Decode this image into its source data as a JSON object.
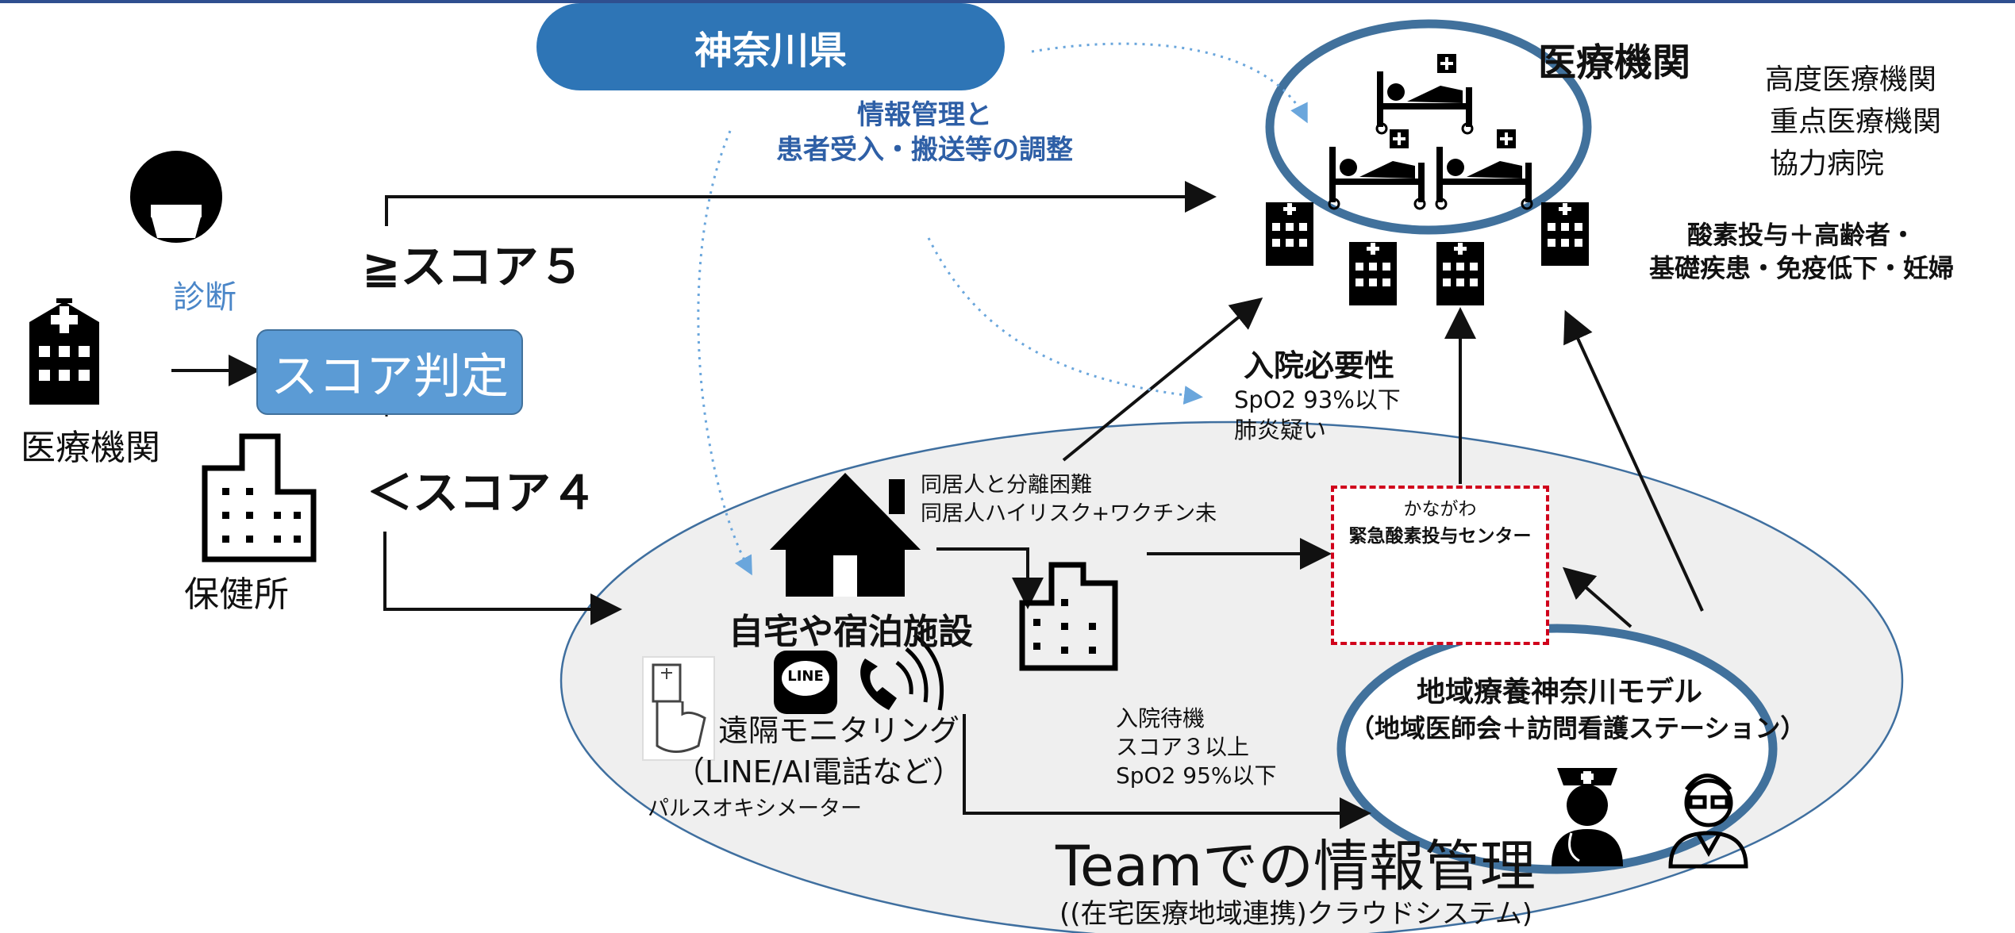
{
  "prefecture_label": "神奈川県",
  "prefecture_role": [
    "情報管理と",
    "患者受入・搬送等の調整"
  ],
  "medical_institution_title": "医療機関",
  "medical_institution_types": [
    "高度医療機関",
    "重点医療機関",
    "協力病院"
  ],
  "hospital_criteria": [
    "酸素投与＋高齢者・",
    "基礎疾患・免疫低下・妊婦"
  ],
  "diagnosis_label": "診断",
  "score_box_label": "スコア判定",
  "score_high": "≧スコア５",
  "score_low": "＜スコア４",
  "origin_medical_label": "医療機関",
  "health_center_label": "保健所",
  "admission_need": {
    "title": "入院必要性",
    "lines": [
      "SpO2 93%以下",
      "肺炎疑い"
    ]
  },
  "cohabitant_notes": [
    "同居人と分離困難",
    "同居人ハイリスク+ワクチン未"
  ],
  "oxygen_center": {
    "line1": "かながわ",
    "line2": "緊急酸素投与センター"
  },
  "home_label": "自宅や宿泊施設",
  "line_icon_text": "LINE",
  "remote_monitoring": [
    "遠隔モニタリング",
    "（LINE/AI電話など）"
  ],
  "pulse_oximeter_label": "パルスオキシメーター",
  "waiting_notes": [
    "入院待機",
    "スコア３以上",
    "SpO2 95%以下"
  ],
  "regional_model": [
    "地域療養神奈川モデル",
    "（地域医師会＋訪問看護ステーション）"
  ],
  "team_title": "Teamでの情報管理",
  "team_subtitle": "((在宅医療地域連携)クラウドシステム)"
}
